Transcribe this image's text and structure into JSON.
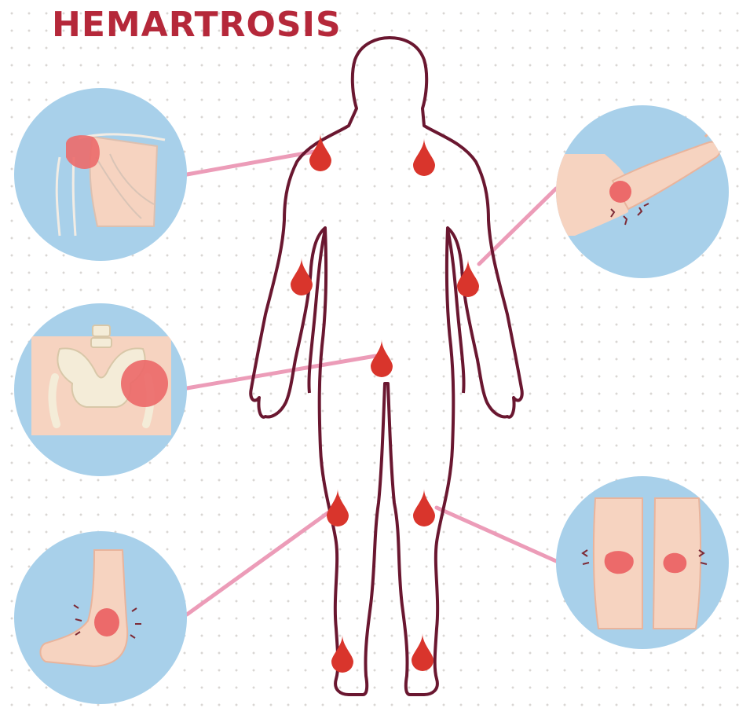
{
  "title": "HEMARTROSIS",
  "colors": {
    "title": "#b5283a",
    "outline": "#6a1730",
    "drop": "#d9352c",
    "connector": "#ec9cb8",
    "circle": "#a8d0ea",
    "skin": "#f6d3c0",
    "skin_dark": "#e9b49c",
    "bleed": "#ec6a6a",
    "bone": "#f4ecd8"
  },
  "joints": [
    "shoulder",
    "elbow",
    "hip",
    "knee",
    "ankle"
  ],
  "icons": {
    "shoulder": "shoulder-joint-icon",
    "elbow": "elbow-joint-icon",
    "hip": "hip-joint-icon",
    "knee": "knee-joint-icon",
    "ankle": "ankle-joint-icon",
    "drop": "blood-drop-icon",
    "body": "human-body-outline"
  }
}
